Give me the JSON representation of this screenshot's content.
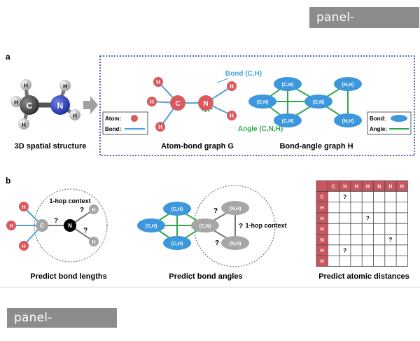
{
  "panel_a": {
    "label": "a",
    "spatial_caption": "3D spatial structure",
    "atom_bond_caption": "Atom-bond graph G",
    "bond_angle_caption": "Bond-angle graph H",
    "bond_ch_label": "Bond (C,H)",
    "angle_cnh_label": "Angle (C,N,H)",
    "legend1": {
      "atom": "Atom:",
      "bond": "Bond:"
    },
    "legend2": {
      "bond": "Bond:",
      "angle": "Angle:"
    },
    "mol3d": {
      "c": "C",
      "n": "N",
      "h": "H"
    },
    "graph_g": {
      "c": "C",
      "n": "N",
      "h": "H"
    },
    "graph_h": {
      "ch": "(C,H)",
      "nh": "(N,H)",
      "cn": "(C,N)"
    }
  },
  "panel_b": {
    "label": "b",
    "caption_lengths": "Predict bond lengths",
    "caption_angles": "Predict bond angles",
    "caption_distances": "Predict atomic distances",
    "one_hop": "1-hop context",
    "q": "?",
    "c": "C",
    "n": "N",
    "h": "H",
    "ch": "(C,H)",
    "nh": "(N,H)",
    "cn": "(C,N)",
    "matrix_headers": [
      "C",
      "H",
      "H",
      "H",
      "N",
      "H",
      "H"
    ]
  },
  "colors": {
    "atom_red": "#d9595f",
    "bond_blue": "#4aa3d8",
    "angle_green": "#2fa84a",
    "node_blue": "#3d97dd",
    "gray_node": "#a6a6a6",
    "matrix_header": "#c9565e"
  },
  "watermark": {
    "top": "panel-yuyan.com",
    "bottom": "panel-yuyan.com"
  }
}
